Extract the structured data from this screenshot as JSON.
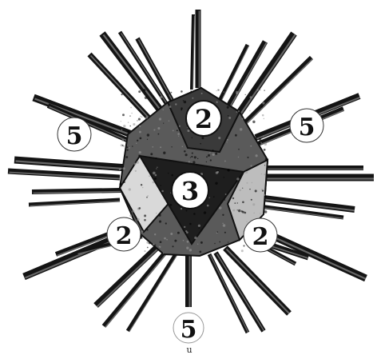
{
  "figure": {
    "background_color": "#ffffff",
    "ink_color": "#141414",
    "body_color": "#2a2a2a",
    "labels": {
      "top_valence": "2",
      "upper_left_valence": "5",
      "upper_right_valence": "5",
      "center_valence": "3",
      "lower_left_valence": "2",
      "lower_right_valence": "2",
      "bottom_valence": "5",
      "bottom_small_mark": "u"
    }
  }
}
